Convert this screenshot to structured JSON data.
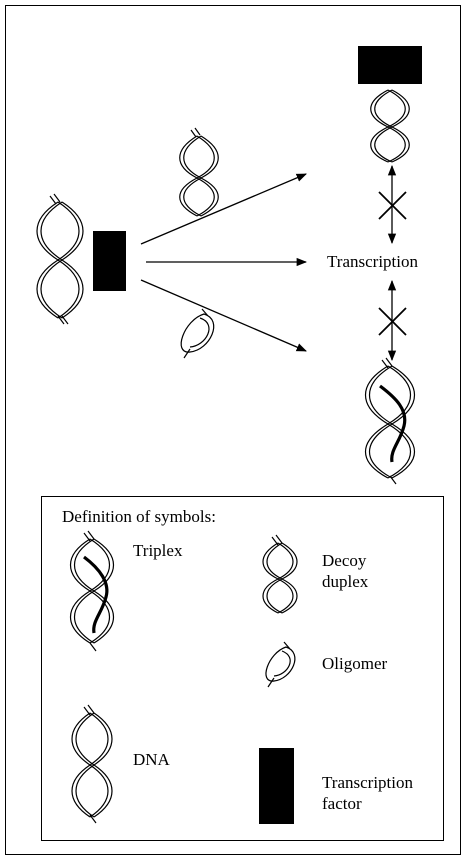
{
  "diagram": {
    "transcription_label": "Transcription"
  },
  "legend": {
    "title": "Definition of symbols:",
    "triplex": "Triplex",
    "decoy_line1": "Decoy",
    "decoy_line2": "duplex",
    "oligomer": "Oligomer",
    "dna": "DNA",
    "tf_line1": "Transcription",
    "tf_line2": "factor"
  }
}
